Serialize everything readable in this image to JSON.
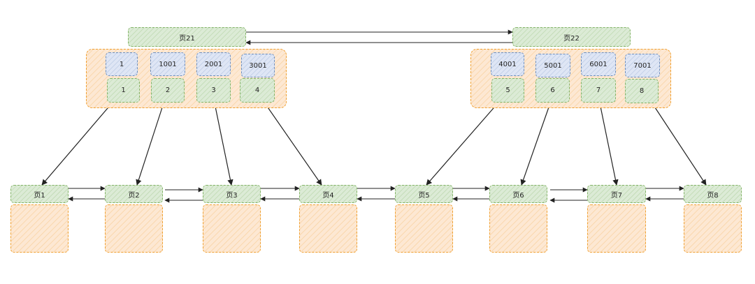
{
  "upper_pages": [
    {
      "title": "页21",
      "keys": [
        "1",
        "1001",
        "2001",
        "3001"
      ],
      "pointers": [
        "1",
        "2",
        "3",
        "4"
      ]
    },
    {
      "title": "页22",
      "keys": [
        "4001",
        "5001",
        "6001",
        "7001"
      ],
      "pointers": [
        "5",
        "6",
        "7",
        "8"
      ]
    }
  ],
  "leaf_pages": [
    "页1",
    "页2",
    "页3",
    "页4",
    "页5",
    "页6",
    "页7",
    "页8"
  ],
  "colors": {
    "page_header": "#d5e8d4",
    "key_cell": "#dae8fc",
    "container": "#ffe6cc",
    "arrow": "#222222"
  }
}
